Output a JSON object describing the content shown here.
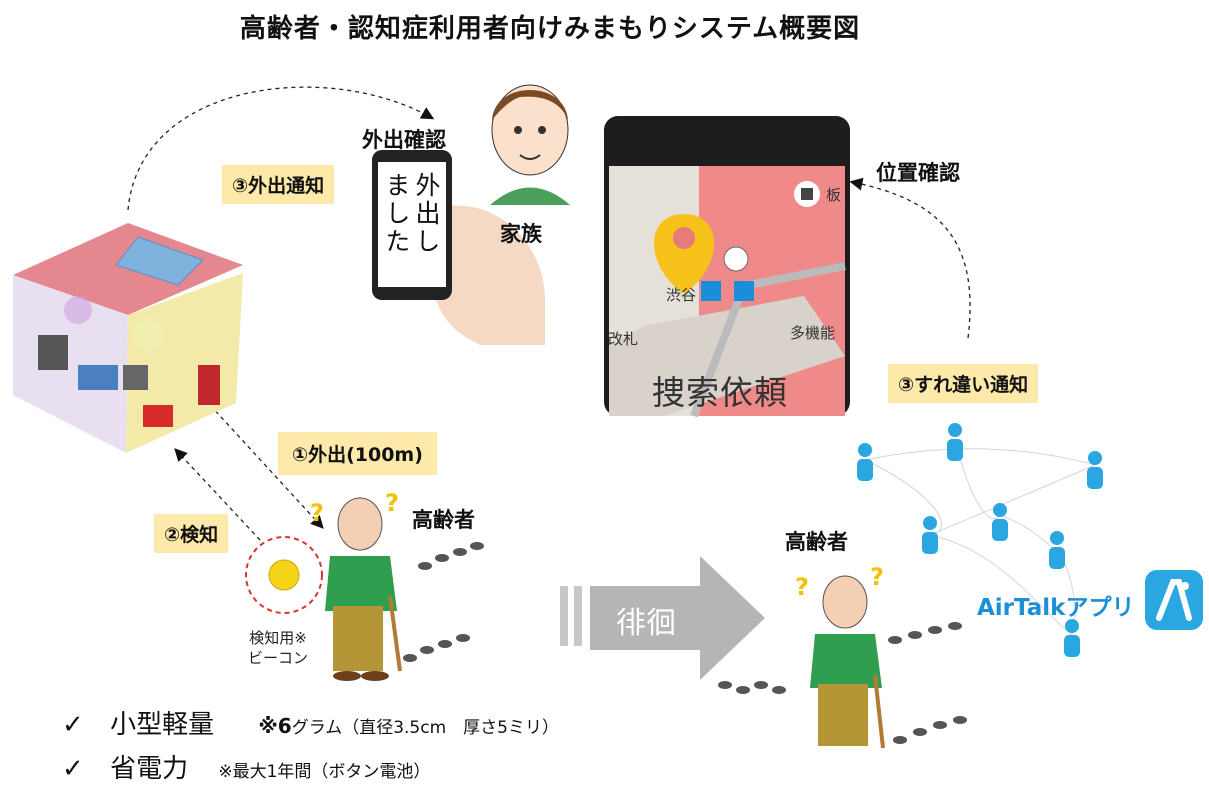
{
  "title": "高齢者・認知症利用者向けみまもりシステム概要図",
  "labels": {
    "outing_check": "外出確認",
    "family": "家族",
    "location_check": "位置確認",
    "elderly_1": "高齢者",
    "elderly_2": "高齢者",
    "beacon": "検知用※\nビーコン",
    "wander": "徘徊"
  },
  "tags": {
    "outing_notice": "③外出通知",
    "outing": "①外出(100m)",
    "detect": "②検知",
    "passing_notice": "③すれ違い通知"
  },
  "phone_message": "外出しました",
  "map": {
    "station": "渋谷",
    "gate": "改札",
    "multi": "多機能",
    "board": "板",
    "search": "捜索依頼"
  },
  "app": {
    "name": "AirTalkアプリ"
  },
  "features": [
    {
      "main": "小型軽量",
      "note_bold": "※6",
      "note": "グラム（直径3.5cm　厚さ5ミリ）"
    },
    {
      "main": "省電力",
      "note_bold": "",
      "note": "※最大1年間（ボタン電池）"
    }
  ],
  "colors": {
    "tag_bg": "#fde9a9",
    "map_red": "#f08a8a",
    "person_blue": "#2aa6e0",
    "pin_yellow": "#f6c21a",
    "arrow_gray": "#b5b5b5",
    "beacon_ring": "#e03131"
  }
}
